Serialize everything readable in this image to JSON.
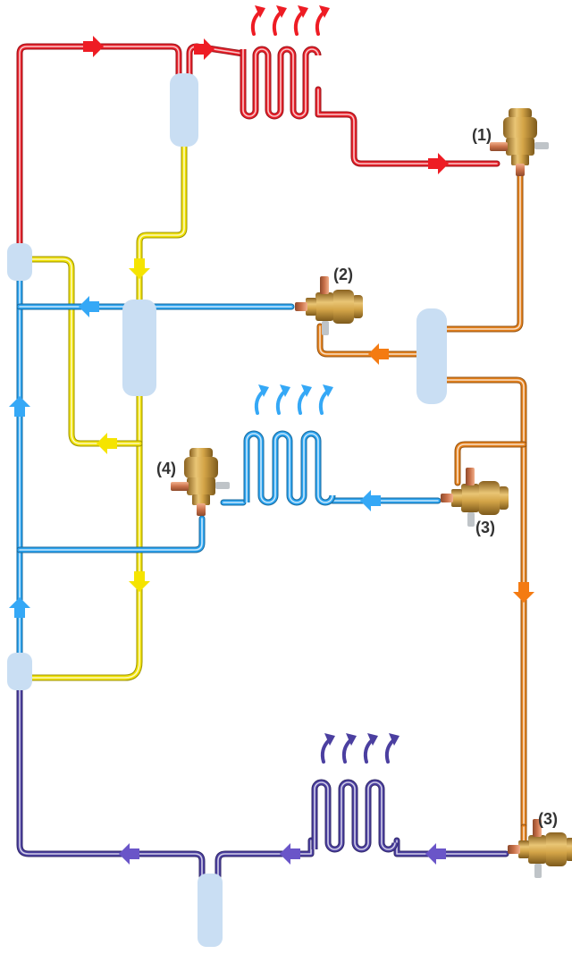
{
  "colors": {
    "hot_gas": "#e8202a",
    "liquid_supply": "#f1e200",
    "suction": "#2aa3f0",
    "liquid_line": "#e4801c",
    "low_temp": "#4b3fa0",
    "arrow_hot": "#ee1c24",
    "arrow_yellow": "#f5e400",
    "arrow_blue": "#35a8f6",
    "arrow_orange": "#f47b12",
    "arrow_purple": "#6a55c8",
    "vessel": "#c9def3",
    "valve_brass": "#d4a84a",
    "label_text": "#333333"
  },
  "labels": {
    "valve_1": "(1)",
    "valve_2": "(2)",
    "valve_3a": "(3)",
    "valve_4": "(4)",
    "valve_3b": "(3)"
  },
  "icons": {
    "valve": "expansion-valve-icon",
    "coil": "heat-exchanger-coil-icon",
    "heat_waves": "heat-flow-arrow-icon",
    "flow": "flow-arrow-icon",
    "vessel": "receiver-vessel-icon",
    "manifold": "manifold-connector-icon"
  }
}
